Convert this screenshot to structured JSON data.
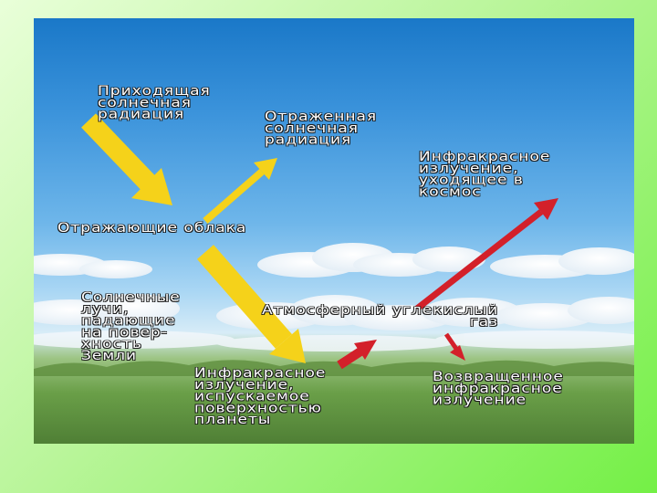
{
  "diagram": {
    "labels": {
      "incoming": "Приходящая\nсолнечная\nрадиация",
      "reflected": "Отраженная\nсолнечная\nрадиация",
      "ir_space": "Инфракрасное\nизлучение,\nуходящее в\nкосмос",
      "clouds": "Отражающие облака",
      "sun_rays": "Солнечные\nлучи,\nпадающие\nна повер-\nхность\nЗемли",
      "co2": "Атмосферный углекислый\nгаз",
      "ir_surface": "Инфракрасное\nизлучение,\nиспускаемое\nповерхностью\nпланеты",
      "ir_returned": "Возвращенное\nинфракрасное\nизлучение"
    },
    "colors": {
      "sun_arrow": "#f5d21a",
      "heat_arrow": "#d3202a",
      "label_text": "#ffffff",
      "label_outline": "#1b1b1b"
    }
  }
}
